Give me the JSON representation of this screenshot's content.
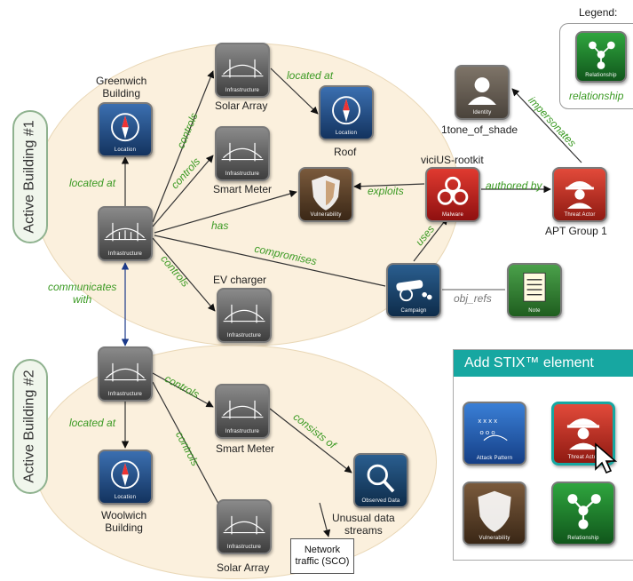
{
  "buildings": {
    "b1_label": "Active Building #1",
    "b2_label": "Active Building #2"
  },
  "legend": {
    "title": "Legend:",
    "caption": "relationship",
    "icon_caption": "Relationship"
  },
  "palette": {
    "title": "Add STIX™ element",
    "items": [
      "Attack Pattern",
      "Threat Actor",
      "Vulnerability",
      "Relationship"
    ]
  },
  "icon_captions": {
    "infrastructure": "Infrastructure",
    "location": "Location",
    "vulnerability": "Vulnerability",
    "malware": "Malware",
    "threat_actor": "Threat Actor",
    "identity": "Identity",
    "campaign": "Campaign",
    "note": "Note",
    "observed_data": "Observed Data"
  },
  "nodes": {
    "greenwich": "Greenwich\nBuilding",
    "solar_array_1": "Solar Array",
    "roof": "Roof",
    "smart_meter_1": "Smart Meter",
    "ev_charger": "EV charger",
    "identity_name": "1tone_of_shade",
    "malware_name": "viciUS-rootkit",
    "actor_name": "APT Group 1",
    "smart_meter_2": "Smart Meter",
    "woolwich": "Woolwich\nBuilding",
    "solar_array_2": "Solar Array",
    "unusual": "Unusual data\nstreams",
    "network": "Network\ntraffic (SCO)"
  },
  "edges": {
    "located_at_1": "located at",
    "controls_1": "controls",
    "controls_2": "controls",
    "controls_3": "controls",
    "located_at_roof": "located at",
    "has": "has",
    "exploits": "exploits",
    "authored_by": "authored by",
    "impersonates": "impersonates",
    "uses": "uses",
    "compromises": "compromises",
    "obj_refs": "obj_refs",
    "communicates": "communicates\nwith",
    "controls_4": "controls",
    "controls_5": "controls",
    "located_at_2": "located at",
    "consists_of": "consists of"
  },
  "colors": {
    "edge_label": "#3b9a23",
    "ellipse_fill": "#fbf0dd",
    "palette_header": "#17a7a1",
    "label_border": "#8fb28f"
  }
}
